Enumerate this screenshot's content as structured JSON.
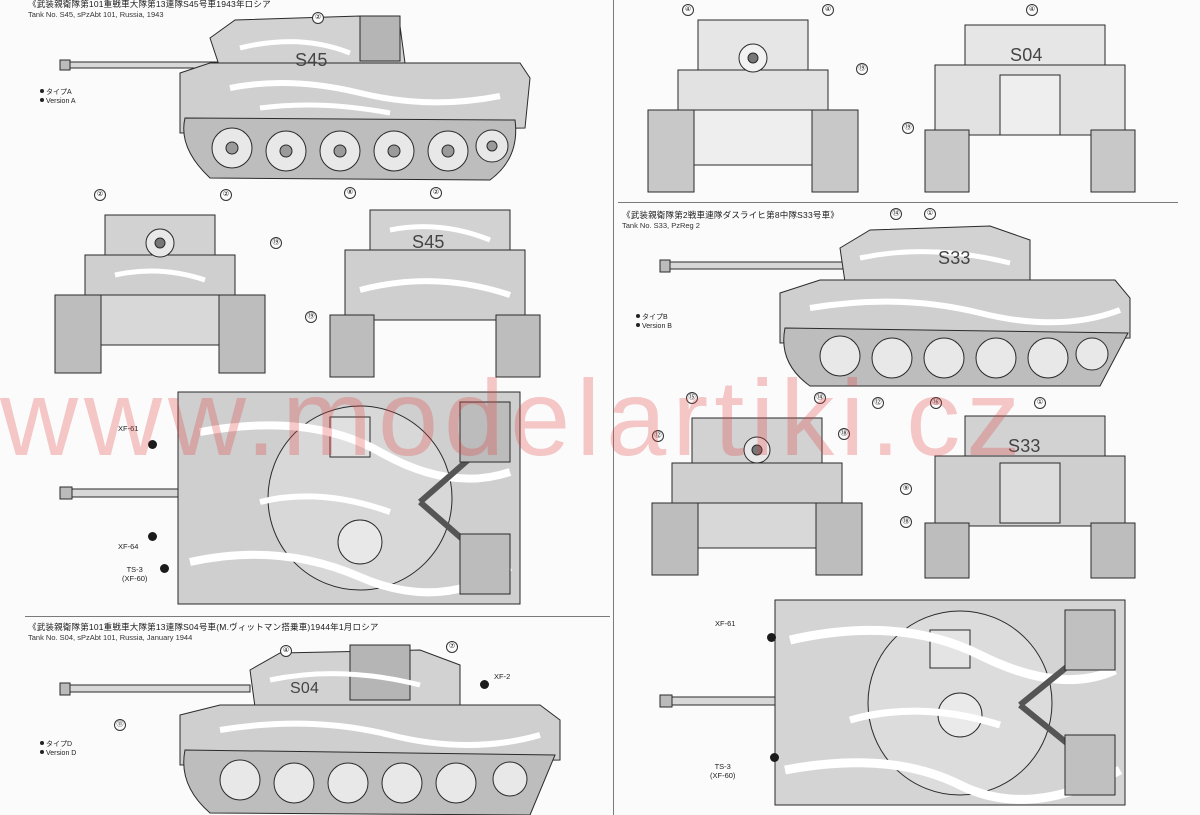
{
  "watermark": "www.modelartiki.cz",
  "colors": {
    "line": "#2a2a2a",
    "hull": "#cfcfcf",
    "camo": "#ffffff",
    "watermark": "#e13c3c"
  },
  "s45": {
    "title": "《武装親衛隊第101重戦車大隊第13連隊S45号車1943年ロシア",
    "subtitle": "Tank No. S45, sPzAbt 101, Russia, 1943",
    "type_jp": "タイプA",
    "type_en": "Version A",
    "turret_number": "S45"
  },
  "s04": {
    "title": "《武装親衛隊第101重戦車大隊第13連隊S04号車(M.ヴィットマン搭乗車)1944年1月ロシア",
    "subtitle": "Tank No. S04, sPzAbt 101, Russia, January 1944",
    "type_jp": "タイプD",
    "type_en": "Version D",
    "turret_number": "S04",
    "paint_xf2": "XF-2"
  },
  "s33": {
    "title": "《武装親衛隊第2戦車連隊ダスライヒ第8中隊S33号車》",
    "subtitle": "Tank No. S33, PzReg 2",
    "type_jp": "タイプB",
    "type_en": "Version B",
    "turret_number": "S33"
  },
  "paints_top1": {
    "xf61": "XF-61",
    "xf64": "XF-64",
    "ts3": "TS-3",
    "xf60": "(XF-60)"
  },
  "paints_top2": {
    "xf61": "XF-61",
    "ts3": "TS-3",
    "xf60": "(XF-60)"
  },
  "callouts": {
    "c1": "①",
    "c2": "②",
    "c4": "④",
    "c7": "⑦",
    "c8": "⑧",
    "c9": "⑨",
    "c11": "⑪",
    "c12": "⑫",
    "c14": "⑭",
    "c15": "⑮",
    "c16": "⑯",
    "c18": "⑱",
    "c19": "⑲"
  }
}
